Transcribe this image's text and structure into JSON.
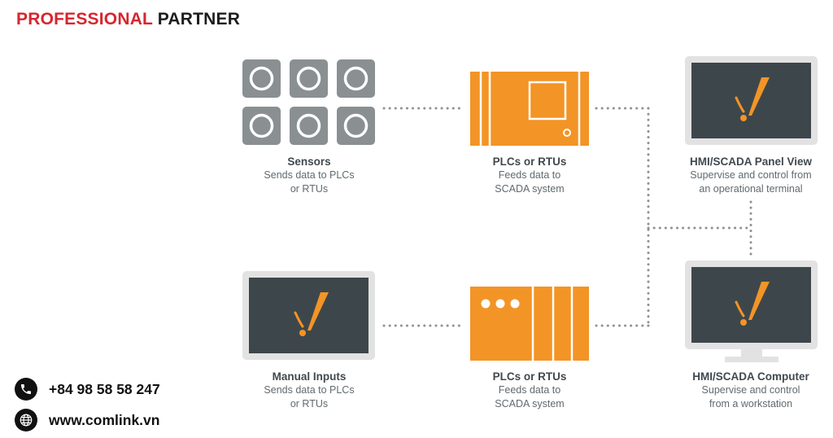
{
  "brand": {
    "word1": "PROFESSIONAL",
    "word2": "PARTNER"
  },
  "colors": {
    "accent_orange": "#f39426",
    "device_gray": "#8a8f92",
    "monitor_frame": "#e2e2e2",
    "screen_dark": "#3d474b",
    "connector": "#8e9396",
    "brand_red": "#d7262e"
  },
  "nodes": {
    "sensors": {
      "title": "Sensors",
      "subtitle": [
        "Sends data to PLCs",
        "or RTUs"
      ]
    },
    "plc_top": {
      "title": "PLCs or RTUs",
      "subtitle": [
        "Feeds data to",
        "SCADA system"
      ]
    },
    "hmi_panel": {
      "title": "HMI/SCADA Panel View",
      "subtitle": [
        "Supervise and control from",
        "an operational terminal"
      ]
    },
    "manual_inputs": {
      "title": "Manual Inputs",
      "subtitle": [
        "Sends data to PLCs",
        "or RTUs"
      ]
    },
    "plc_bottom": {
      "title": "PLCs or RTUs",
      "subtitle": [
        "Feeds data to",
        "SCADA system"
      ]
    },
    "hmi_computer": {
      "title": "HMI/SCADA Computer",
      "subtitle": [
        "Supervise and control",
        "from a workstation"
      ]
    }
  },
  "contact": {
    "phone": "+84 98 58 58 247",
    "website": "www.comlink.vn",
    "phone_icon": "phone-icon",
    "web_icon": "globe-icon"
  }
}
